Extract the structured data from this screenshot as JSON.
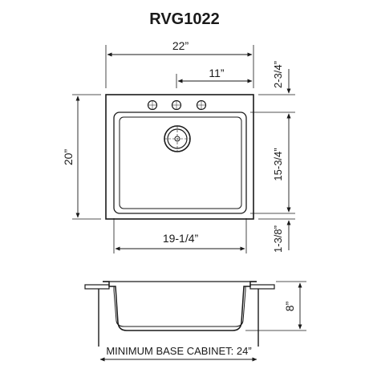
{
  "title": "RVG1022",
  "dimensions": {
    "overall_width": "22”",
    "faucet_offset": "11”",
    "overall_depth": "20”",
    "top_to_bowl": "2-3/4”",
    "bowl_depth": "15-3/4”",
    "bowl_to_bottom": "1-3/8”",
    "bowl_width": "19-1/4”",
    "sink_height": "8”"
  },
  "cabinet_note": "MINIMUM BASE CABINET: 24”"
}
